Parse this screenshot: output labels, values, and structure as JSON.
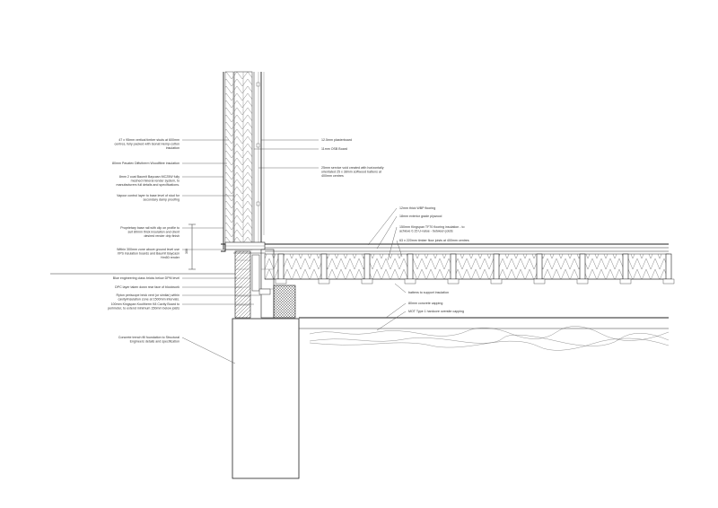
{
  "sheet": {
    "title": "",
    "dimension_text": "300"
  },
  "labels_left": [
    {
      "lines": [
        "47 x 95mm vertical timber studs at 600mm",
        "centres, fully packed with Isonat Hemp-cotton",
        "insulation"
      ]
    },
    {
      "lines": [
        "80mm Pavatex Diffutherm Woodfibre insulation"
      ]
    },
    {
      "lines": [
        "8mm 2 coat Baumit Baycasn MC25W fully",
        "meshed mineral render system, to",
        "manufacturers full details and specifications."
      ]
    },
    {
      "lines": [
        "Vapour control layer to base level of stud for",
        "secondary damp proofing"
      ]
    },
    {
      "lines": [
        "Proprietary base rail with clip on profile to",
        "suit 80mm thick insulation and client",
        "desired render drip finish"
      ]
    },
    {
      "lines": [
        "Within 300mm zone above ground level use",
        "XPS insulation boards and Baumit Baycasn",
        "Hm50 render"
      ]
    },
    {
      "lines": [
        "Blue engineering class bricks below DPM level"
      ]
    },
    {
      "lines": [
        "DPC layer taken down rear face of blockwork"
      ]
    },
    {
      "lines": [
        "Ryton periscope brick vent (or similar) within",
        "cavity/insulation zone at 1500mm intervals."
      ]
    },
    {
      "lines": [
        "100mm Kingspan Kooltherm K8 Cavity Board to",
        "perimeter, to extend minimum 150mm below joists"
      ]
    },
    {
      "lines": [
        "Concrete trench fill foundation to Structural",
        "Engineers details and specification"
      ]
    }
  ],
  "labels_right": [
    {
      "lines": [
        "12.5mm plasterboard"
      ]
    },
    {
      "lines": [
        "11mm OSB Board"
      ]
    },
    {
      "lines": [
        "25mm service void created with horizontally",
        "orientated 25 x 38mm softwood battens at",
        "400mm centres"
      ]
    },
    {
      "lines": [
        "12mm thick WBP flooring"
      ]
    },
    {
      "lines": [
        "18mm exterior grade plywood"
      ]
    },
    {
      "lines": [
        "150mm Kingspan TF70 flooring insulation - to",
        "achieve 0.15 U-value - between joists"
      ]
    },
    {
      "lines": [
        "63 x 220mm timber floor joists at 400mm centres"
      ]
    },
    {
      "lines": [
        "battens to support insulation"
      ]
    },
    {
      "lines": [
        "80mm concrete capping"
      ]
    },
    {
      "lines": [
        "MOT Type 1 hardcore oversite capping"
      ]
    }
  ]
}
